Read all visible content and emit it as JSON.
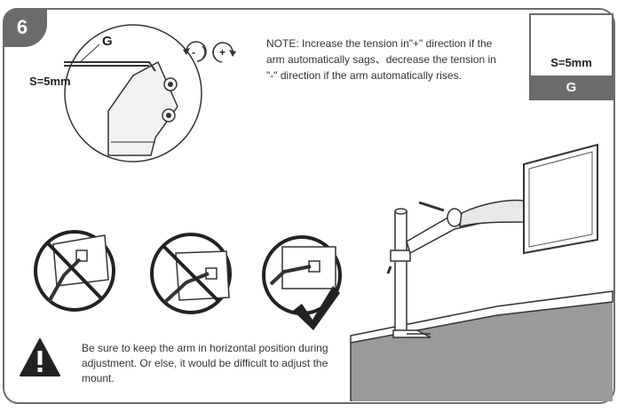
{
  "step": {
    "number": "6"
  },
  "labels": {
    "tool_letter": "G",
    "tool_size": "S=5mm"
  },
  "inset": {
    "size": "S=5mm",
    "letter": "G"
  },
  "tension_icons": {
    "minus": "-",
    "plus": "+"
  },
  "note": {
    "text": "NOTE: Increase the tension in\"+\" direction if the arm automatically sags、decrease the tension in \"-\" direction if the arm automatically rises."
  },
  "warning": {
    "text": "Be sure to keep the arm in horizontal position during adjustment. Or else, it would be difficult to adjust the mount."
  },
  "colors": {
    "frame": "#6b6b6b",
    "line": "#333333",
    "desk": "#9a9a9a"
  }
}
